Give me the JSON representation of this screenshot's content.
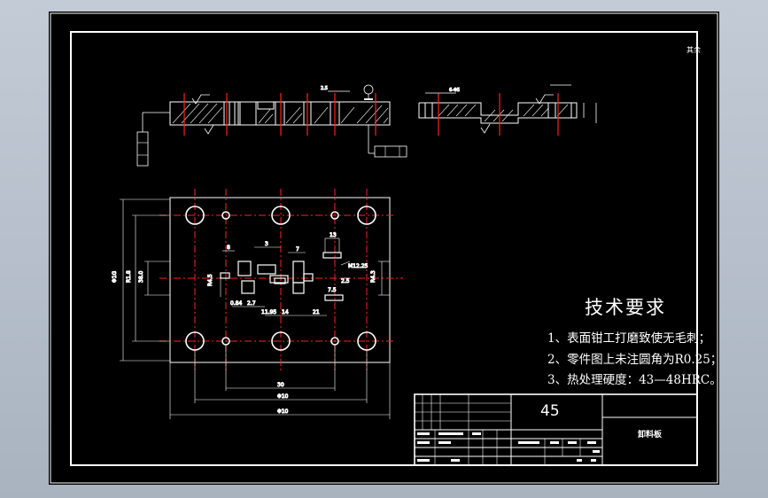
{
  "drawing": {
    "tech_requirements": {
      "title": "技术要求",
      "items": [
        "1、表面钳工打磨致使无毛刺；",
        "2、零件图上未注圆角为R0.25；",
        "3、热处理硬度：43—48HRC。"
      ]
    },
    "title_block": {
      "material": "45",
      "part_name": "卸料板"
    },
    "roughness_note": "其余"
  }
}
